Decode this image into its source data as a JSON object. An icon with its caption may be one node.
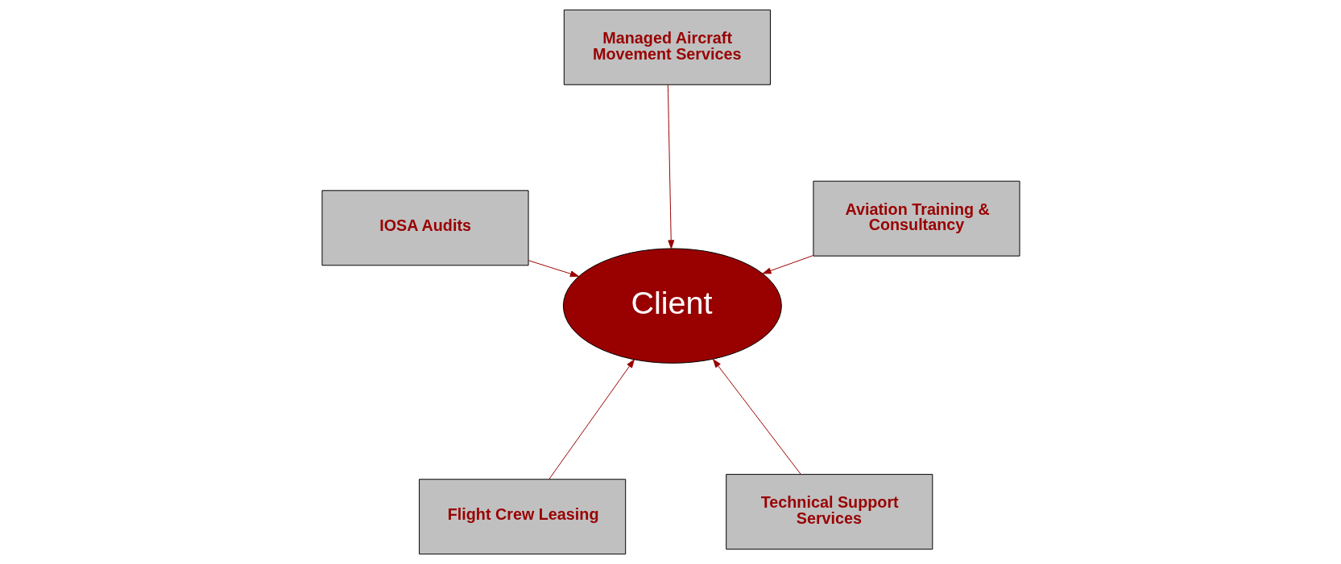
{
  "diagram": {
    "nodes": [
      {
        "text": [
          "Flight Crew Leasing"
        ]
      },
      {
        "text": [
          "Technical Support Services"
        ]
      },
      {
        "text": [
          "Client"
        ]
      },
      {
        "text": [
          "Managed Aircraft Movement Services"
        ]
      },
      {
        "text": [
          "Aviation Training & Consultancy"
        ]
      },
      {
        "text": [
          "IOSA Audits"
        ]
      }
    ],
    "edges": [
      {
        "from": 0,
        "to": 2,
        "arrow": "to"
      },
      {
        "from": 1,
        "to": 2,
        "arrow": "to"
      },
      {
        "from": 3,
        "to": 2,
        "arrow": "to"
      },
      {
        "from": 4,
        "to": 2,
        "arrow": "to"
      },
      {
        "from": 5,
        "to": 2,
        "arrow": "to"
      }
    ]
  }
}
